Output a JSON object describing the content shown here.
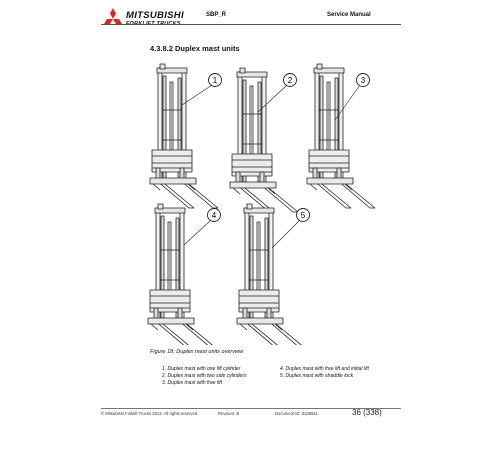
{
  "header": {
    "brand_line1": "MITSUBISHI",
    "brand_line2": "FORKLIFT TRUCKS",
    "doc_code": "SBP_R",
    "doc_type": "Service Manual"
  },
  "section": {
    "title": "4.3.8.2   Duplex mast units"
  },
  "figure": {
    "callouts": [
      "1",
      "2",
      "3",
      "4",
      "5"
    ],
    "caption": "Figure 18: Duplex mast units overview"
  },
  "legend": [
    "1.   Duplex mast with one lift cylinder",
    "2.   Duplex mast with two side cylinders",
    "3.   Duplex mast with free lift",
    "4.   Duplex mast with free lift and initial lift",
    "5.   Duplex mast with straddle lock"
  ],
  "footer": {
    "copyright": "© Mitsubishi Forklift Trucks 2013. All rights reserved.",
    "revision": "Revision: B",
    "document_id": "Document ID: 0138911",
    "page": "36 (338)"
  },
  "colors": {
    "logo_red": "#e2231a",
    "text": "#111111"
  }
}
